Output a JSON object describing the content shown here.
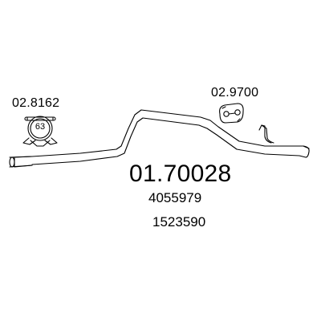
{
  "parts": {
    "clamp": {
      "number": "02.8162",
      "size": "63",
      "icon": "pipe-clamp-icon"
    },
    "hanger": {
      "number": "02.9700",
      "icon": "rubber-hanger-icon"
    }
  },
  "pipe": {
    "part_number": "01.70028",
    "oem_numbers": [
      "4055979",
      "1523590"
    ],
    "icon": "exhaust-pipe-icon"
  },
  "colors": {
    "line": "#000000",
    "background": "#ffffff"
  }
}
